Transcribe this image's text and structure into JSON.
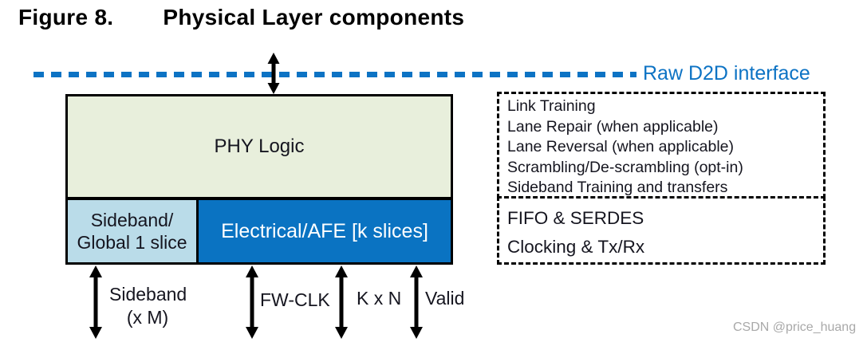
{
  "caption": {
    "label": "Figure 8.",
    "title": "Physical Layer components"
  },
  "raw_d2d": {
    "label": "Raw D2D interface"
  },
  "blocks": {
    "phy_logic": "PHY Logic",
    "sideband_line1": "Sideband/",
    "sideband_line2": "Global 1 slice",
    "electrical": "Electrical/AFE [k slices]"
  },
  "feature_boxes": [
    {
      "lines": [
        "Link Training",
        "Lane Repair (when applicable)",
        "Lane Reversal (when applicable)",
        "Scrambling/De-scrambling (opt-in)",
        "Sideband Training and transfers"
      ]
    },
    {
      "lines": [
        "FIFO & SERDES",
        "Clocking & Tx/Rx"
      ]
    }
  ],
  "signals": [
    {
      "lines": [
        "Sideband",
        "(x M)"
      ]
    },
    {
      "lines": [
        "FW-CLK"
      ]
    },
    {
      "lines": [
        "K x N"
      ]
    },
    {
      "lines": [
        "Valid"
      ]
    }
  ],
  "watermark": "CSDN @price_huang",
  "colors": {
    "accent_blue": "#0d73c4",
    "electrical_fill": "#0a73c2",
    "sideband_fill": "#badce9",
    "phy_fill": "#e8efdc",
    "border_black": "#000000",
    "watermark_gray": "#a9a9a9"
  }
}
